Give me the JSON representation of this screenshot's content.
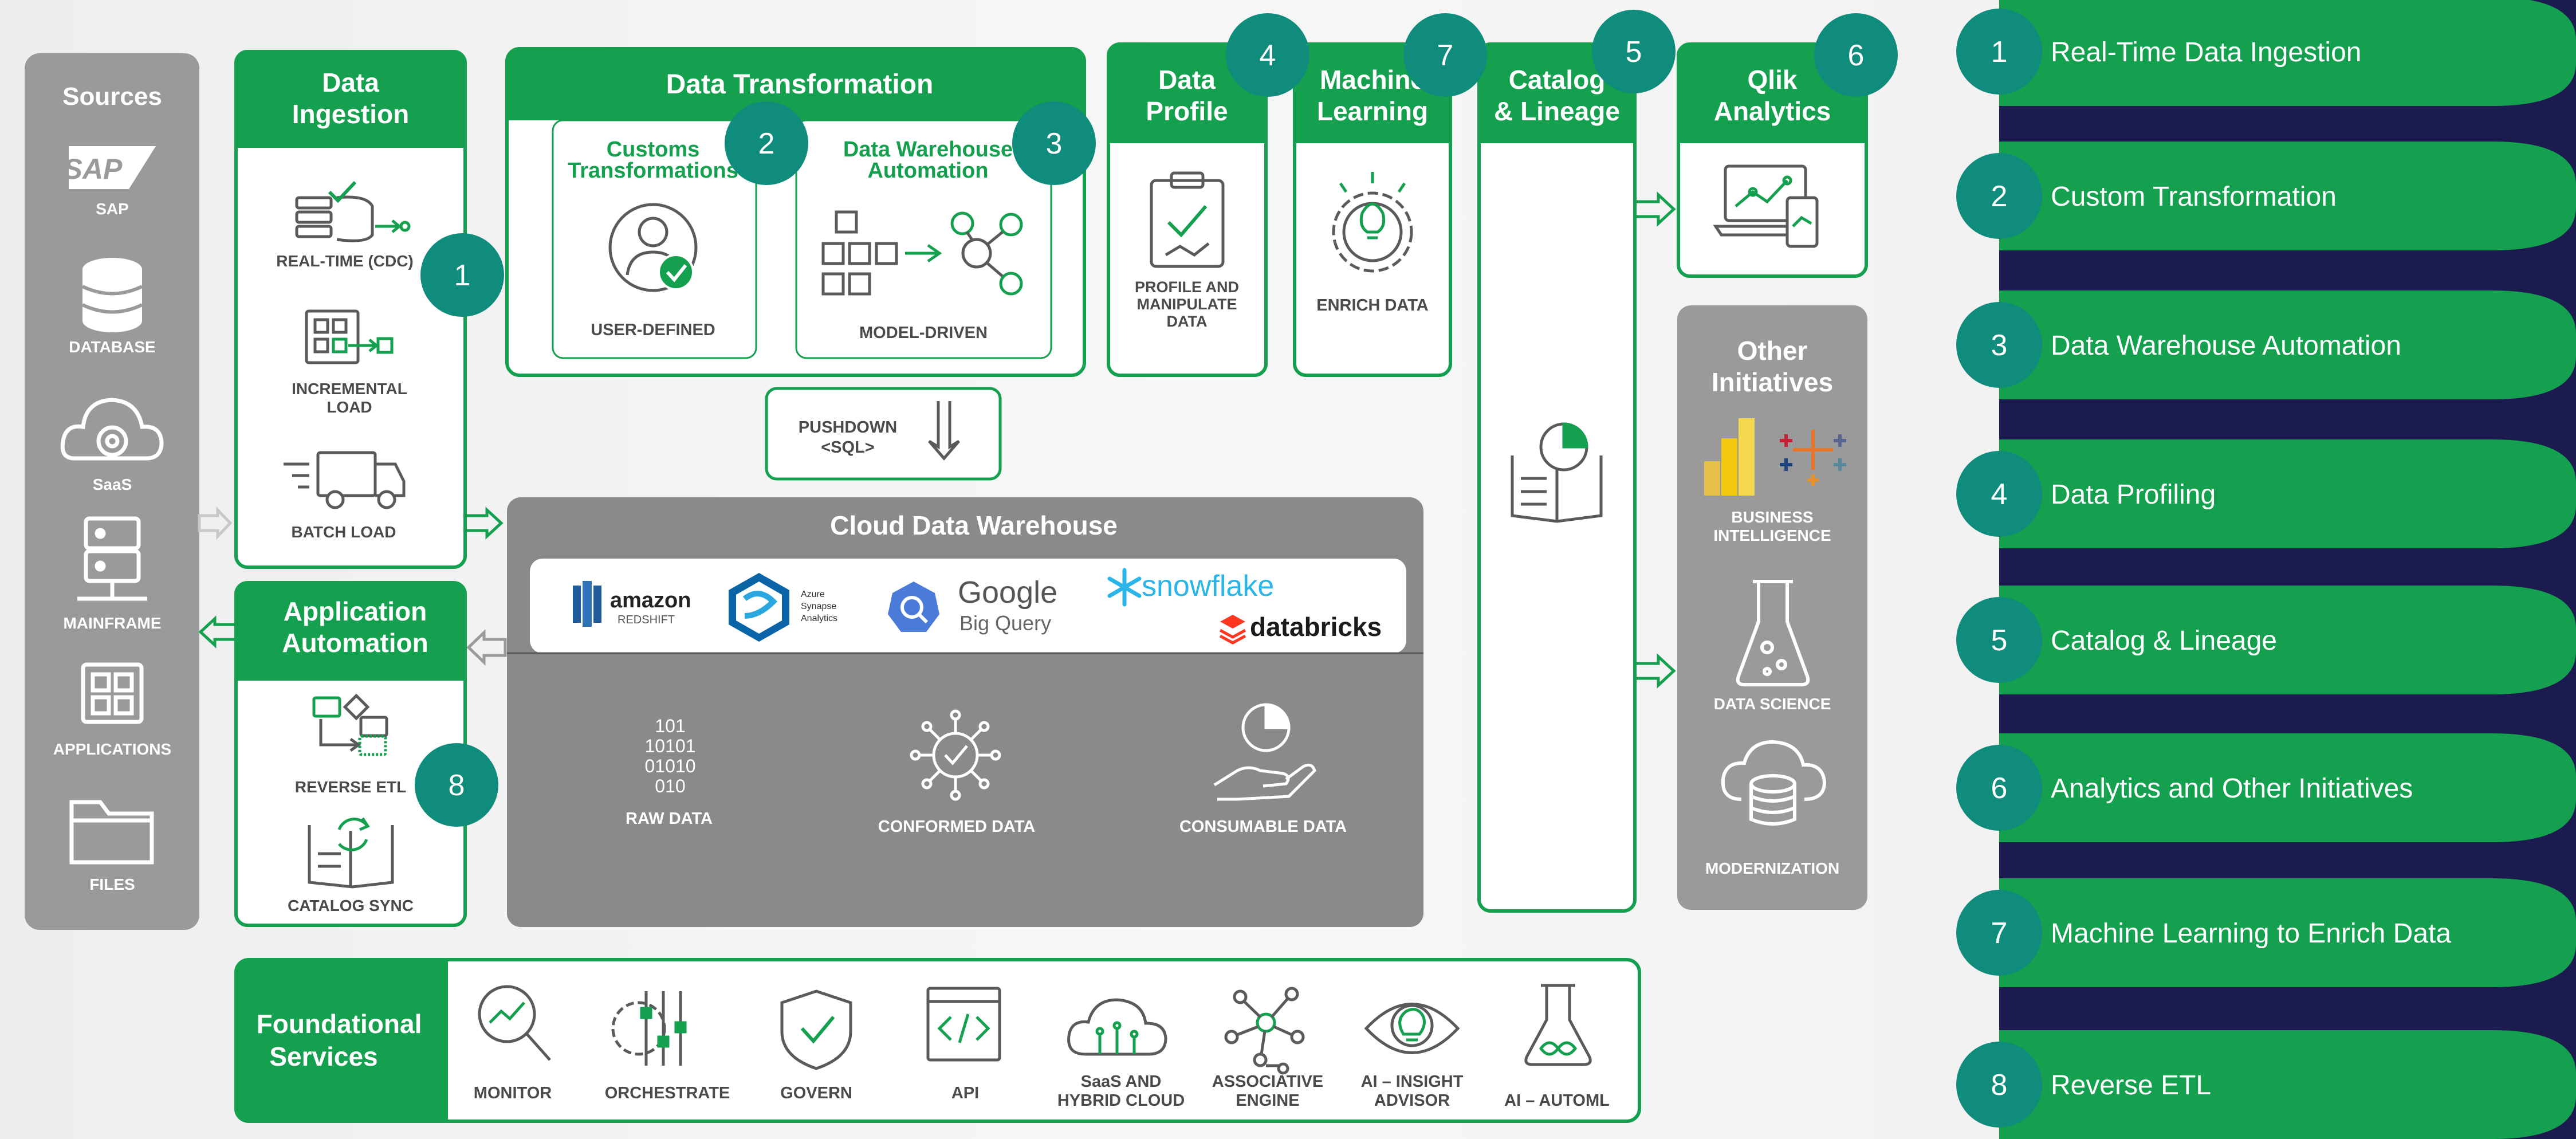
{
  "colors": {
    "green": "#14a04f",
    "dark_green": "#0a8f60",
    "navy": "#1c1b4f",
    "gray": "#9b9b9b",
    "dark_gray": "#878787",
    "light": "#f4f4f4",
    "teal": "#0f8c7c"
  },
  "sources": {
    "title": "Sources",
    "items": [
      {
        "label": "SAP",
        "icon": "sap-logo"
      },
      {
        "label": "DATABASE",
        "icon": "database-icon"
      },
      {
        "label": "SaaS",
        "icon": "cloud-gear-icon"
      },
      {
        "label": "MAINFRAME",
        "icon": "server-icon"
      },
      {
        "label": "APPLICATIONS",
        "icon": "grid-icon"
      },
      {
        "label": "FILES",
        "icon": "folder-icon"
      }
    ],
    "sap_logo_text": "SAP"
  },
  "ingestion": {
    "title_line1": "Data",
    "title_line2": "Ingestion",
    "items": [
      {
        "label": "REAL-TIME (CDC)",
        "icon": "cdc-icon"
      },
      {
        "label_line1": "INCREMENTAL",
        "label_line2": "LOAD",
        "icon": "incremental-icon"
      },
      {
        "label": "BATCH LOAD",
        "icon": "truck-icon"
      }
    ]
  },
  "transformation": {
    "title": "Data Transformation",
    "customs": {
      "title_line1": "Customs",
      "title_line2": "Transformations",
      "footer": "USER-DEFINED"
    },
    "dwa": {
      "title_line1": "Data Warehouse",
      "title_line2": "Automation",
      "footer": "MODEL-DRIVEN"
    }
  },
  "pushdown": {
    "line1": "PUSHDOWN",
    "line2": "<SQL>"
  },
  "profile": {
    "title_line1": "Data",
    "title_line2": "Profile",
    "label_line1": "PROFILE AND",
    "label_line2": "MANIPULATE",
    "label_line3": "DATA"
  },
  "ml": {
    "title_line1": "Machine",
    "title_line2": "Learning",
    "label": "ENRICH DATA"
  },
  "catalog": {
    "title_line1": "Catalog",
    "title_line2": "& Lineage"
  },
  "qlik": {
    "title_line1": "Qlik",
    "title_line2": "Analytics"
  },
  "other": {
    "title_line1": "Other",
    "title_line2": "Initiatives",
    "items": [
      {
        "label_line1": "BUSINESS",
        "label_line2": "INTELLIGENCE"
      },
      {
        "label_line1": "DATA SCIENCE",
        "label_line2": ""
      },
      {
        "label_line1": "MODERNIZATION",
        "label_line2": ""
      }
    ]
  },
  "app_automation": {
    "title_line1": "Application",
    "title_line2": "Automation",
    "items": [
      {
        "label": "REVERSE ETL"
      },
      {
        "label": "CATALOG SYNC"
      }
    ]
  },
  "cdw": {
    "title": "Cloud Data Warehouse",
    "logos": {
      "amazon": "amazon",
      "redshift": "REDSHIFT",
      "azure_line1": "Azure",
      "azure_line2": "Synapse",
      "azure_line3": "Analytics",
      "google": "Google",
      "bigquery": "Big Query",
      "snowflake": "snowflake",
      "databricks": "databricks"
    },
    "items": [
      {
        "label": "RAW DATA",
        "binary": [
          "101",
          "10101",
          "01010",
          "010"
        ]
      },
      {
        "label": "CONFORMED DATA"
      },
      {
        "label": "CONSUMABLE DATA"
      }
    ]
  },
  "foundational": {
    "title_line1": "Foundational",
    "title_line2": "Services",
    "items": [
      {
        "label_line1": "MONITOR",
        "label_line2": "",
        "icon": "monitor-icon"
      },
      {
        "label_line1": "ORCHESTRATE",
        "label_line2": "",
        "icon": "orchestrate-icon"
      },
      {
        "label_line1": "GOVERN",
        "label_line2": "",
        "icon": "shield-check-icon"
      },
      {
        "label_line1": "API",
        "label_line2": "",
        "icon": "code-icon"
      },
      {
        "label_line1": "SaaS AND",
        "label_line2": "HYBRID CLOUD",
        "icon": "cloud-icon"
      },
      {
        "label_line1": "ASSOCIATIVE",
        "label_line2": "ENGINE",
        "icon": "network-icon"
      },
      {
        "label_line1": "AI – INSIGHT",
        "label_line2": "ADVISOR",
        "icon": "eye-bulb-icon"
      },
      {
        "label_line1": "AI – AUTOML",
        "label_line2": "",
        "icon": "flask-icon"
      }
    ]
  },
  "markers": [
    "1",
    "2",
    "3",
    "4",
    "5",
    "6",
    "7",
    "8"
  ],
  "legend": [
    {
      "num": "1",
      "label": "Real-Time Data Ingestion"
    },
    {
      "num": "2",
      "label": "Custom Transformation"
    },
    {
      "num": "3",
      "label": "Data Warehouse Automation"
    },
    {
      "num": "4",
      "label": "Data Profiling"
    },
    {
      "num": "5",
      "label": "Catalog & Lineage"
    },
    {
      "num": "6",
      "label": "Analytics and Other Initiatives"
    },
    {
      "num": "7",
      "label": "Machine Learning to Enrich Data"
    },
    {
      "num": "8",
      "label": "Reverse ETL"
    }
  ]
}
